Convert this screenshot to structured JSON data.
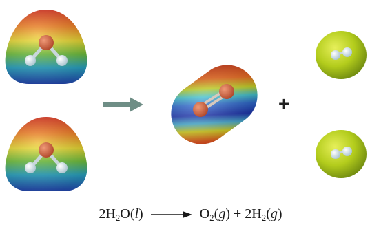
{
  "equation": {
    "coef_water": "2H",
    "water_sub": "2",
    "water_o": "O(",
    "water_state": "l",
    "water_close": ")",
    "o2_o": "O",
    "o2_sub": "2",
    "o2_open": "(",
    "o2_state": "g",
    "o2_close_plus": ") + 2H",
    "h2_sub": "2",
    "h2_open": "(",
    "h2_state": "g",
    "h2_close": ")"
  },
  "plus_sign": "+",
  "colors": {
    "arrow": "#6f8e86",
    "hydrogen_surface": "#b3cc1c",
    "oxygen_atom": "#c9623f",
    "hydrogen_atom": "#dbe9f0"
  }
}
